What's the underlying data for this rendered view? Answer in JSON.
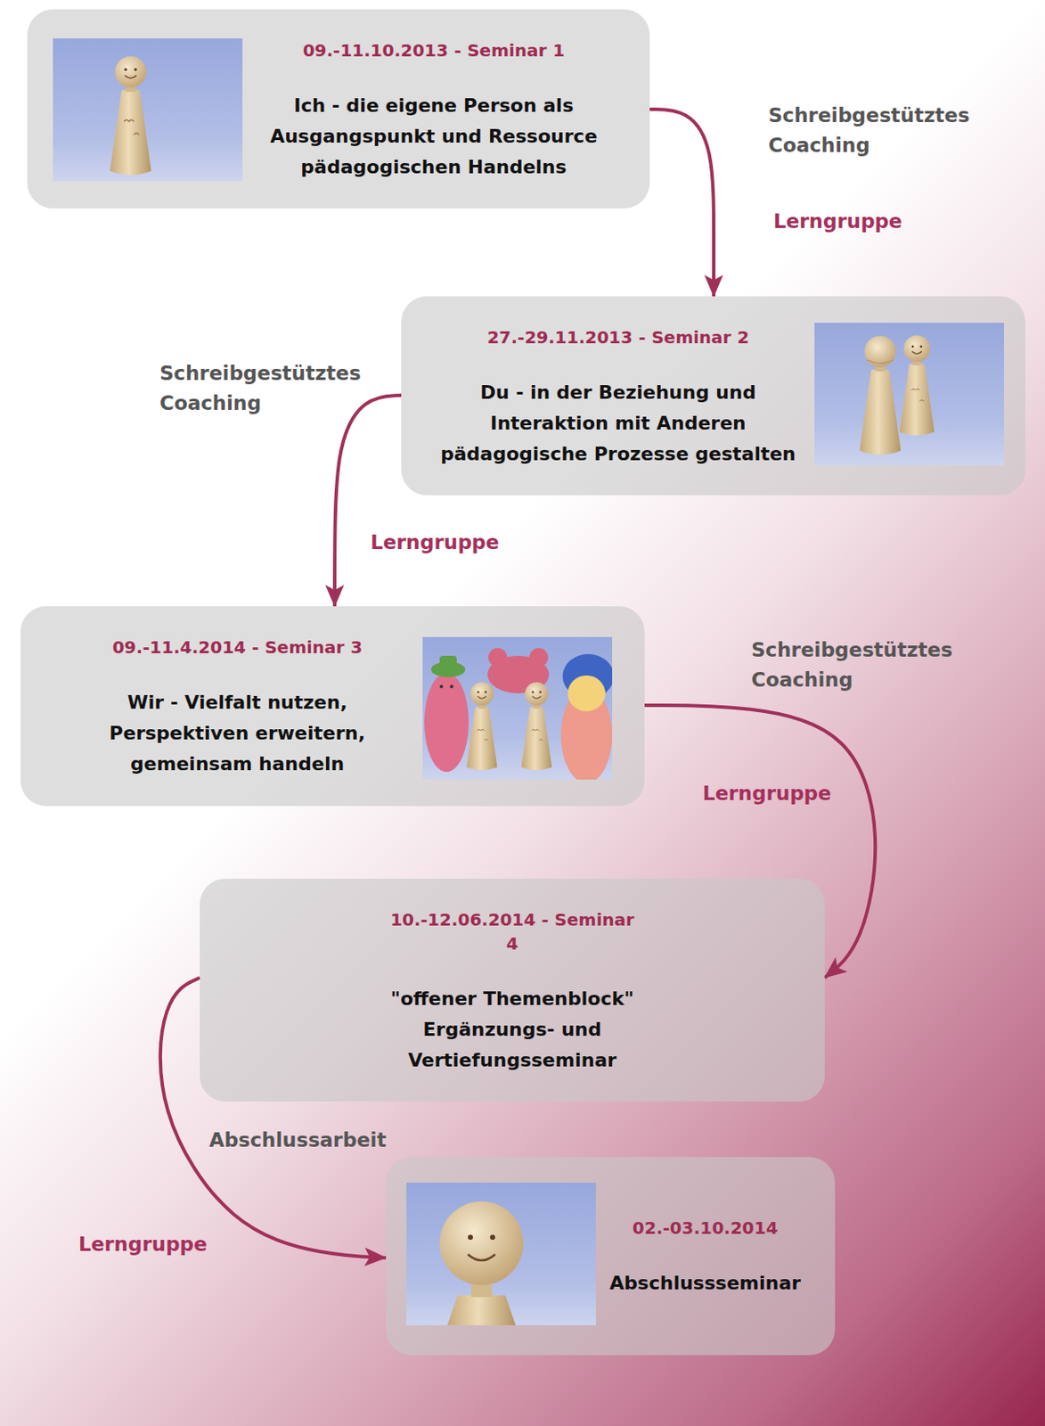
{
  "diagram": {
    "nodes": [
      {
        "text": [
          "09.-11.10.2013 - Seminar 1",
          "Ich - die eigene Person als Ausgangspunkt und Ressource pädagogischen Handelns"
        ]
      },
      {
        "text": [
          "27.-29.11.2013 - Seminar 2",
          "Du - in der Beziehung und Interaktion mit Anderen pädagogische Prozesse gestalten"
        ]
      },
      {
        "text": [
          "09.-11.4.2014 - Seminar 3",
          "Wir - Vielfalt nutzen, Perspektiven erweitern, gemeinsam handeln"
        ]
      },
      {
        "text": [
          "10.-12.06.2014 - Seminar 4",
          "\"offener Themenblock\" Ergänzungs- und Vertiefungsseminar"
        ]
      },
      {
        "text": [
          "02.-03.10.2014",
          "Abschlussseminar"
        ]
      }
    ],
    "edges": [
      {
        "from": 0,
        "to": 1,
        "arrow": "to",
        "label": "Lerngruppe"
      },
      {
        "from": 1,
        "to": 2,
        "arrow": "to",
        "label": "Lerngruppe"
      },
      {
        "from": 2,
        "to": 3,
        "arrow": "to",
        "label": "Lerngruppe"
      },
      {
        "from": 3,
        "to": 4,
        "arrow": "to",
        "label": "Lerngruppe"
      }
    ],
    "labels": [
      "Schreibgestütztes Coaching",
      "Schreibgestütztes Coaching",
      "Schreibgestütztes Coaching",
      "Abschlussarbeit"
    ]
  }
}
